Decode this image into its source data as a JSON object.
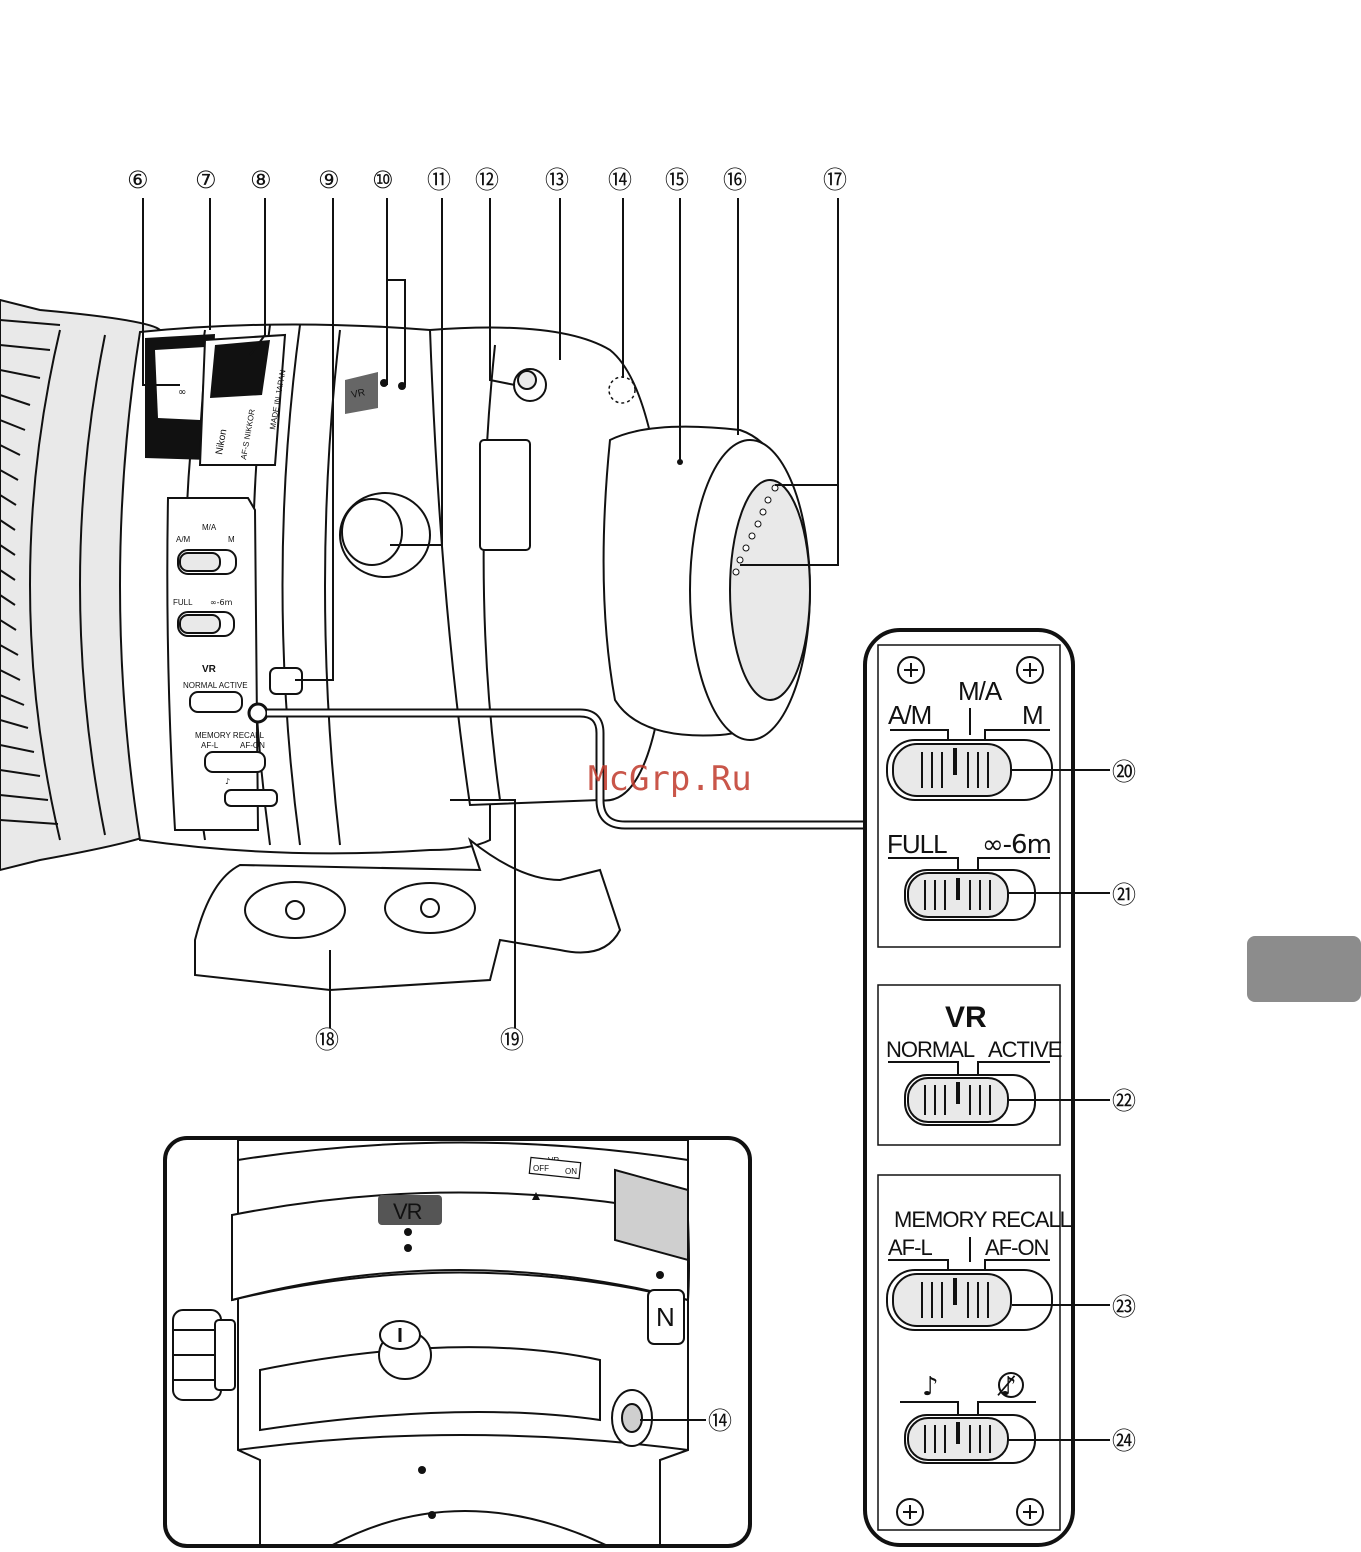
{
  "callouts": {
    "c6": "⑥",
    "c7": "⑦",
    "c8": "⑧",
    "c9": "⑨",
    "c10": "⑩",
    "c11": "⑪",
    "c12": "⑫",
    "c13": "⑬",
    "c14": "⑭",
    "c15": "⑮",
    "c16": "⑯",
    "c17": "⑰",
    "c18": "⑱",
    "c19": "⑲",
    "c20": "⑳",
    "c21": "㉑",
    "c22": "㉒",
    "c23": "㉓",
    "c24": "㉔",
    "c14b": "⑭"
  },
  "switch_panel": {
    "focus_mode": {
      "left": "A/M",
      "center": "M/A",
      "right": "M"
    },
    "focus_limit": {
      "left": "FULL",
      "right": "∞-6m"
    },
    "vr": {
      "title": "VR",
      "left": "NORMAL",
      "right": "ACTIVE"
    },
    "memory": {
      "top": "MEMORY RECALL",
      "left": "AF-L",
      "right": "AF-ON"
    },
    "beep": {
      "left": "♪",
      "right": "♪̸"
    }
  },
  "lens_body": {
    "brand": "Nikon",
    "model": "AF-S NIKKOR",
    "origin": "MADE IN JAPAN",
    "vr_badge": "VR",
    "mini_focus": {
      "center": "M/A",
      "left": "A/M",
      "right": "M"
    },
    "mini_limit": {
      "left": "FULL",
      "right": "∞-6m"
    },
    "mini_vr": {
      "title": "VR",
      "labels": "NORMAL ACTIVE"
    },
    "mini_memory": {
      "top": "MEMORY RECALL",
      "left": "AF-L",
      "right": "AF-ON"
    }
  },
  "inset": {
    "vr_badge": "VR",
    "vr_switch_title": "VR",
    "vr_off": "OFF",
    "vr_on": "ON",
    "mount_mark": "N"
  },
  "watermark": "McGrp.Ru",
  "colors": {
    "ink": "#111111",
    "tab": "#8c8c8c",
    "watermark": "#c0392b"
  }
}
